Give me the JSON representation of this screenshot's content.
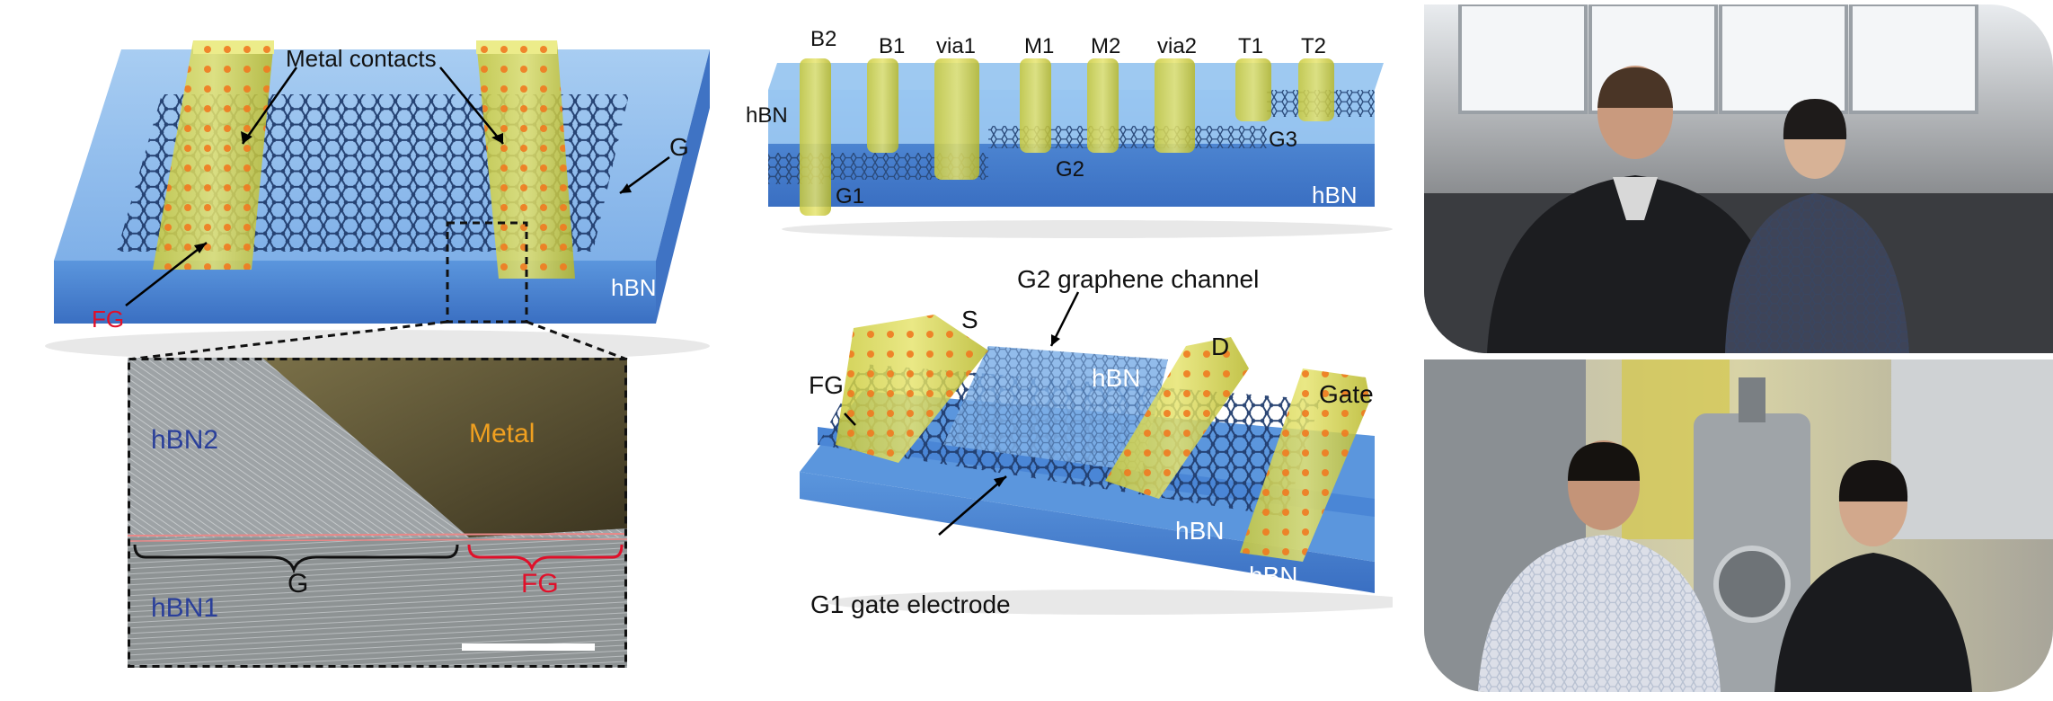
{
  "panel_a": {
    "metal_contacts": "Metal contacts",
    "g": "G",
    "fg": "FG",
    "hbn": "hBN"
  },
  "panel_tem": {
    "hbn2": "hBN2",
    "metal": "Metal",
    "g": "G",
    "fg": "FG",
    "hbn1": "hBN1"
  },
  "panel_b": {
    "labels": [
      "B2",
      "B1",
      "via1",
      "M1",
      "M2",
      "via2",
      "T1",
      "T2"
    ],
    "hbn_left": "hBN",
    "hbn_right": "hBN",
    "g1": "G1",
    "g2": "G2",
    "g3": "G3"
  },
  "panel_c": {
    "channel": "G2 graphene channel",
    "s": "S",
    "d": "D",
    "fg": "FG",
    "gate": "Gate",
    "hbn_top": "hBN",
    "hbn_mid": "hBN",
    "hbn_bottom": "hBN",
    "gate_electrode": "G1 gate electrode"
  },
  "colors": {
    "hbn_blue": "#4a86d6",
    "metal_yellow": "#d8d640",
    "graphene_dark": "#1f3a6a",
    "red_label": "#e0102a",
    "orange_dot": "#f07a20",
    "tem_label_blue": "#2a3f9a",
    "tem_label_orange": "#f0a020"
  }
}
